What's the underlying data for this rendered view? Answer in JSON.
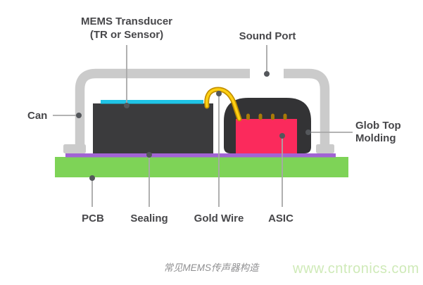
{
  "diagram": {
    "labels": {
      "mems_line1": "MEMS Transducer",
      "mems_line2": "(TR or Sensor)",
      "sound_port": "Sound Port",
      "can": "Can",
      "glob_line1": "Glob Top",
      "glob_line2": "Molding",
      "pcb": "PCB",
      "sealing": "Sealing",
      "gold_wire": "Gold Wire",
      "asic": "ASIC"
    },
    "caption": "常见MEMS传声器构造",
    "watermark": "www.cntronics.com",
    "colors": {
      "can": "#cbcbcb",
      "die": "#3b3b3d",
      "membrane": "#1fc3e6",
      "sealing": "#a263d4",
      "pcb": "#7ed357",
      "glob": "#333335",
      "asic": "#fb2a5c",
      "pin": "#a87a08",
      "wire_outer": "#c28f00",
      "wire_inner": "#ffd012",
      "leader_line": "#a8a8a8",
      "leader_dot": "#54575b",
      "watermark": "#cfeab8"
    }
  }
}
